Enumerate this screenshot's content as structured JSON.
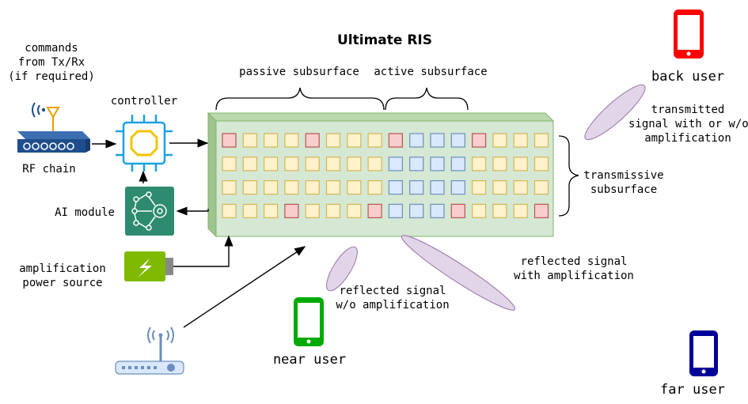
{
  "title": "Ultimate RIS",
  "labels": {
    "commands": [
      "commands",
      "from Tx/Rx",
      "(if required)"
    ],
    "controller": "controller",
    "rf_chain": "RF chain",
    "ai_module": "AI module",
    "amplification_power": [
      "amplification",
      "power source"
    ],
    "passive_subsurface": "passive subsurface",
    "active_subsurface": "active subsurface",
    "transmissive_subsurface": [
      "transmissive",
      "subsurface"
    ],
    "back_user": "back user",
    "near_user": "near user",
    "far_user": "far user",
    "transmitted_signal": [
      "transmitted",
      "signal with or w/o",
      "amplification"
    ],
    "reflected_with_amp": [
      "reflected signal",
      "with amplification"
    ],
    "reflected_without_amp": [
      "reflected signal",
      "w/o amplification"
    ]
  },
  "ris_grid": [
    [
      "r",
      "y",
      "y",
      "y",
      "r",
      "y",
      "y",
      "y",
      "r",
      "b",
      "b",
      "b",
      "r",
      "y",
      "y",
      "y"
    ],
    [
      "y",
      "y",
      "y",
      "y",
      "y",
      "y",
      "y",
      "y",
      "b",
      "b",
      "b",
      "b",
      "y",
      "y",
      "y",
      "y"
    ],
    [
      "y",
      "y",
      "y",
      "y",
      "y",
      "y",
      "y",
      "y",
      "b",
      "b",
      "b",
      "b",
      "y",
      "y",
      "y",
      "y"
    ],
    [
      "y",
      "y",
      "y",
      "r",
      "y",
      "y",
      "y",
      "r",
      "b",
      "b",
      "b",
      "r",
      "y",
      "y",
      "y",
      "r"
    ]
  ],
  "colors": {
    "ris_surface": "#d5e8d4",
    "ris_border": "#82b366",
    "cell_yellow": "#fff2cc",
    "cell_yellow_border": "#d6b656",
    "cell_blue": "#dae8fc",
    "cell_blue_border": "#6c8ebf",
    "cell_red": "#f8cecc",
    "cell_red_border": "#b85450",
    "beam": "#e1d5e7",
    "beam_border": "#9673a6",
    "phone_back": "#ff0000",
    "phone_near": "#00aa00",
    "phone_far": "#000099",
    "chip": "#1ba1e2",
    "ai": "#2e8b6f",
    "rf_device": "#1f4e8c",
    "battery": "#7fba00"
  }
}
